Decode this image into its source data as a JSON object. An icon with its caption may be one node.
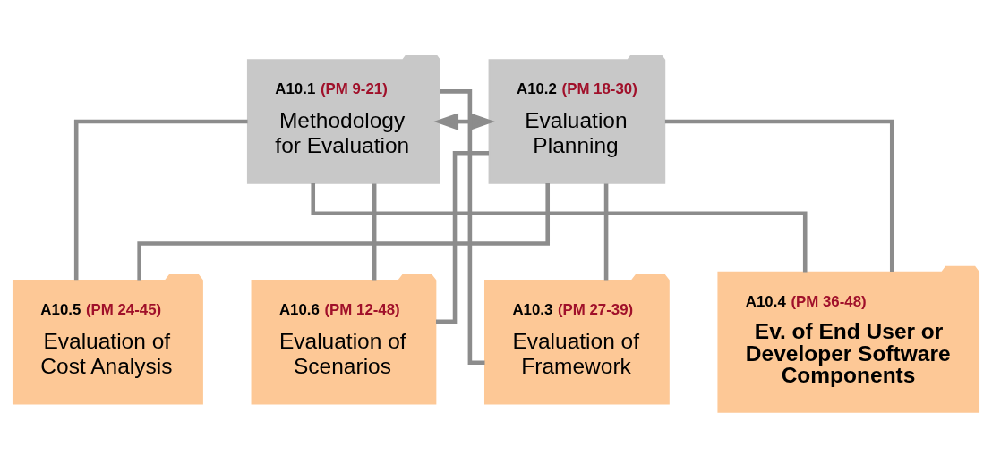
{
  "diagram": {
    "nodes": [
      {
        "text": [
          "A10.1",
          "(PM 9-21)",
          "Methodology for Evaluation"
        ]
      },
      {
        "text": [
          "A10.2",
          "(PM 18-30)",
          "Evaluation Planning"
        ]
      },
      {
        "text": [
          "A10.3",
          "(PM 27-39)",
          "Evaluation of Framework"
        ]
      },
      {
        "text": [
          "A10.4",
          "(PM 36-48)",
          "Ev. of End User or Developer Software Components"
        ]
      },
      {
        "text": [
          "A10.5",
          "(PM 24-45)",
          "Evaluation of Cost Analysis"
        ]
      },
      {
        "text": [
          "A10.6",
          "(PM 12-48)",
          "Evaluation of Scenarios"
        ]
      }
    ],
    "edges": [
      {
        "from": 0,
        "to": 1,
        "arrow": "both"
      },
      {
        "from": 0,
        "to": 2,
        "arrow": "none"
      },
      {
        "from": 0,
        "to": 3,
        "arrow": "none"
      },
      {
        "from": 0,
        "to": 4,
        "arrow": "none"
      },
      {
        "from": 0,
        "to": 5,
        "arrow": "none"
      },
      {
        "from": 1,
        "to": 2,
        "arrow": "none"
      },
      {
        "from": 1,
        "to": 3,
        "arrow": "none"
      },
      {
        "from": 1,
        "to": 4,
        "arrow": "none"
      },
      {
        "from": 1,
        "to": 5,
        "arrow": "none"
      }
    ]
  }
}
